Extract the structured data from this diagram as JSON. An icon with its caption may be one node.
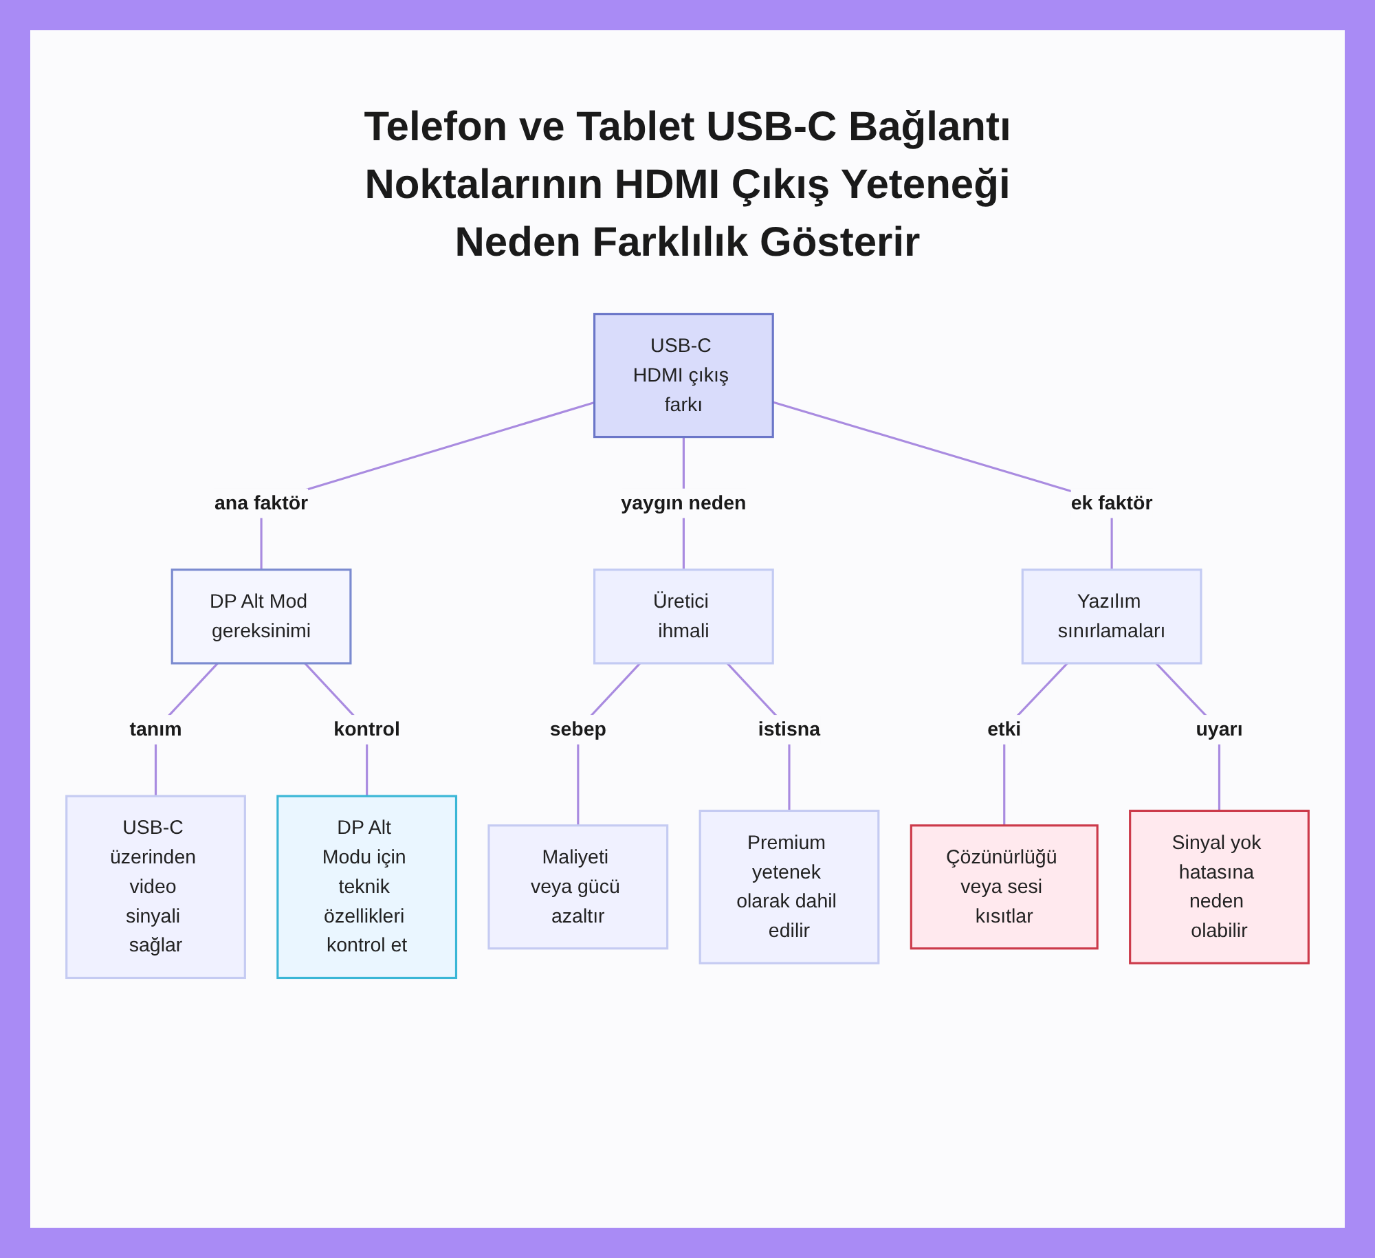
{
  "diagram": {
    "title": "Telefon ve Tablet USB-C Bağlantı Noktalarının HDMI Çıkış Yeteneği Neden Farklılık Gösterir",
    "nodes": [
      {
        "text": [
          "USB-C HDMI çıkış farkı"
        ]
      },
      {
        "text": [
          "DP Alt Mod gereksinimi"
        ]
      },
      {
        "text": [
          "Üretici ihmali"
        ]
      },
      {
        "text": [
          "Yazılım sınırlamaları"
        ]
      },
      {
        "text": [
          "USB-C üzerinden video sinyali sağlar"
        ]
      },
      {
        "text": [
          "DP Alt Modu için teknik özellikleri kontrol et"
        ]
      },
      {
        "text": [
          "Maliyeti veya gücü azaltır"
        ]
      },
      {
        "text": [
          "Premium yetenek olarak dahil edilir"
        ]
      },
      {
        "text": [
          "Çözünürlüğü veya sesi kısıtlar"
        ]
      },
      {
        "text": [
          "Sinyal yok hatasına neden olabilir"
        ]
      }
    ],
    "edges": [
      {
        "from": 0,
        "to": 1,
        "arrow": "none",
        "label": "ana faktör"
      },
      {
        "from": 0,
        "to": 2,
        "arrow": "none",
        "label": "yaygın neden"
      },
      {
        "from": 0,
        "to": 3,
        "arrow": "none",
        "label": "ek faktör"
      },
      {
        "from": 1,
        "to": 4,
        "arrow": "none",
        "label": "tanım"
      },
      {
        "from": 1,
        "to": 5,
        "arrow": "none",
        "label": "kontrol"
      },
      {
        "from": 2,
        "to": 6,
        "arrow": "none",
        "label": "sebep"
      },
      {
        "from": 2,
        "to": 7,
        "arrow": "none",
        "label": "istisna"
      },
      {
        "from": 3,
        "to": 8,
        "arrow": "none",
        "label": "etki"
      },
      {
        "from": 3,
        "to": 9,
        "arrow": "none",
        "label": "uyarı"
      }
    ]
  }
}
